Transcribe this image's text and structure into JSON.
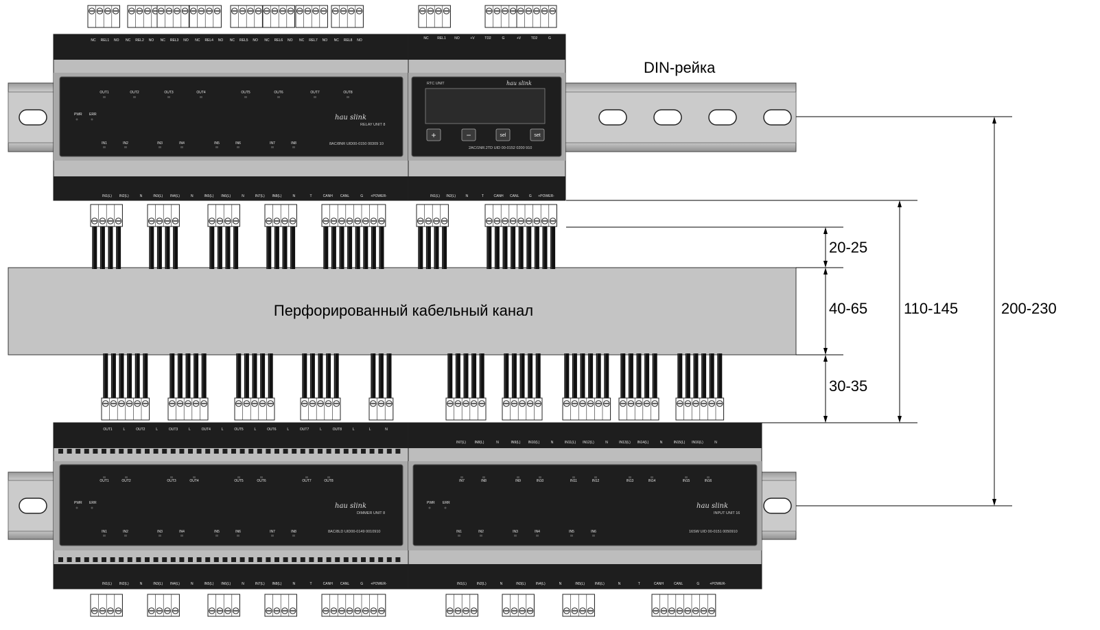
{
  "din_rail_label": "DIN-рейка",
  "channel_label": "Перфорированный кабельный канал",
  "dimensions": {
    "top_gap": "20-25",
    "channel_height": "40-65",
    "bottom_gap": "30-35",
    "module_to_module": "110-145",
    "rail_to_rail": "200-230"
  },
  "modules": {
    "relay": {
      "brand": "hau slink",
      "name": "RELAY UNIT 8",
      "code": "8AC/8NR  UID00-0150  00309 10",
      "leds_top": [
        "OUT1",
        "OUT2",
        "OUT3",
        "OUT4",
        "OUT5",
        "OUT6",
        "OUT7",
        "OUT8"
      ],
      "leds_bottom": [
        "IN1",
        "IN2",
        "IN3",
        "IN4",
        "IN5",
        "IN6",
        "IN7",
        "IN8"
      ],
      "status": [
        "PWR",
        "ERR"
      ],
      "top_terminals": [
        "NC",
        "REL1",
        "NO",
        "NC",
        "REL2",
        "NO",
        "NC",
        "REL3",
        "NO",
        "NC",
        "REL4",
        "NO",
        "NC",
        "REL5",
        "NO",
        "NC",
        "REL6",
        "NO",
        "NC",
        "REL7",
        "NO",
        "NC",
        "REL8",
        "NO"
      ],
      "bottom_terminals": [
        "IN1(L)",
        "IN2(L)",
        "N",
        "IN3(L)",
        "IN4(L)",
        "N",
        "IN5(L)",
        "IN6(L)",
        "N",
        "IN7(L)",
        "IN8(L)",
        "N",
        "T",
        "CANH",
        "CANL",
        "G",
        "+POWER-"
      ]
    },
    "rtc": {
      "title": "RTC UNIT",
      "brand": "hau slink",
      "code": "2AC/1NR.2TD  UID 00-0152  0200 910",
      "buttons": [
        "+",
        "−",
        "sel",
        "set"
      ],
      "top_terminals": [
        "NC",
        "REL1",
        "NO",
        "+V",
        "TD2",
        "G",
        "+V",
        "TD2",
        "G"
      ],
      "bottom_terminals": [
        "IN1(L)",
        "IN2(L)",
        "N",
        "T",
        "CANH",
        "CANL",
        "G",
        "+POWER-"
      ]
    },
    "dimmer": {
      "brand": "hau slink",
      "name": "DIMMER UNIT 8",
      "code": "8AC/8LD  UID00-0149  0010910",
      "leds_top": [
        "OUT1",
        "OUT2",
        "OUT3",
        "OUT4",
        "OUT5",
        "OUT6",
        "OUT7",
        "OUT8"
      ],
      "leds_bottom": [
        "IN1",
        "IN2",
        "IN3",
        "IN4",
        "IN5",
        "IN6",
        "IN7",
        "IN8"
      ],
      "status": [
        "PWR",
        "ERR"
      ],
      "top_terminals": [
        "OUT1",
        "L",
        "OUT2",
        "L",
        "OUT3",
        "L",
        "OUT4",
        "L",
        "OUT5",
        "L",
        "OUT6",
        "L",
        "OUT7",
        "L",
        "OUT8",
        "L",
        "L",
        "N"
      ],
      "bottom_terminals": [
        "IN1(L)",
        "IN2(L)",
        "N",
        "IN3(L)",
        "IN4(L)",
        "N",
        "IN5(L)",
        "IN6(L)",
        "N",
        "IN7(L)",
        "IN8(L)",
        "N",
        "T",
        "CANH",
        "CANL",
        "G",
        "+POWER-"
      ]
    },
    "input": {
      "brand": "hau slink",
      "name": "INPUT UNIT 16",
      "code": "16SW  UID 00-0151  0050910",
      "leds_top": [
        "IN7",
        "IN8",
        "IN9",
        "IN10",
        "IN11",
        "IN12",
        "IN13",
        "IN14",
        "IN15",
        "IN16"
      ],
      "leds_bottom": [
        "IN1",
        "IN2",
        "IN3",
        "IN4",
        "IN5",
        "IN6"
      ],
      "status": [
        "PWR",
        "ERR"
      ],
      "top_terminals": [
        "IN7(L)",
        "IN8(L)",
        "N",
        "IN9(L)",
        "IN10(L)",
        "N",
        "IN11(L)",
        "IN12(L)",
        "N",
        "IN13(L)",
        "IN14(L)",
        "N",
        "IN15(L)",
        "IN16(L)",
        "N"
      ],
      "bottom_terminals": [
        "IN1(L)",
        "IN2(L)",
        "N",
        "IN3(L)",
        "IN4(L)",
        "N",
        "IN5(L)",
        "IN6(L)",
        "N",
        "T",
        "CANH",
        "CANL",
        "G",
        "+POWER-"
      ]
    }
  },
  "colors": {
    "module_dark": "#1e1e1e",
    "module_grey": "#bdbdbd",
    "channel": "#c4c4c4",
    "rail": "#c9c9c9"
  }
}
